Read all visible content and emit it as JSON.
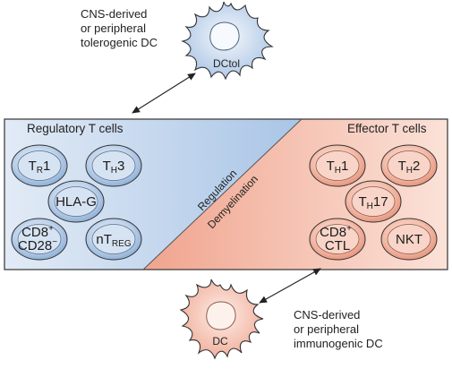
{
  "top_dc": {
    "description_lines": [
      "CNS-derived",
      "or peripheral",
      "tolerogenic DC"
    ],
    "label": "DCtol"
  },
  "bottom_dc": {
    "description_lines": [
      "CNS-derived",
      "or peripheral",
      "immunogenic DC"
    ],
    "label": "DC"
  },
  "left_panel": {
    "title": "Regulatory T cells",
    "cells": {
      "tr1": {
        "main": "T",
        "sub": "R",
        "tail": "1"
      },
      "th3": {
        "main": "T",
        "sub": "H",
        "tail": "3"
      },
      "hlag": {
        "main": "HLA-G"
      },
      "cd8": {
        "line1": "CD8",
        "sup1": "+",
        "line2": "CD28",
        "sup2": "−"
      },
      "ntreg": {
        "main": "nT",
        "sub": "REG"
      }
    }
  },
  "right_panel": {
    "title": "Effector T cells",
    "cells": {
      "th1": {
        "main": "T",
        "sub": "H",
        "tail": "1"
      },
      "th2": {
        "main": "T",
        "sub": "H",
        "tail": "2"
      },
      "th17": {
        "main": "T",
        "sub": "H",
        "tail": "17"
      },
      "cd8ctl": {
        "line1": "CD8",
        "sup1": "+",
        "line2": "CTL"
      },
      "nkt": {
        "main": "NKT"
      }
    }
  },
  "divider_labels": {
    "upper": "Regulation",
    "lower": "Demyelination"
  },
  "colors": {
    "blue_light": "#e6eef8",
    "blue_mid": "#b9cfe8",
    "blue_dark": "#8aaed6",
    "salmon_light": "#fbe4dc",
    "salmon_mid": "#f1b4a2",
    "salmon_dark": "#e69179",
    "outline": "#333333"
  }
}
